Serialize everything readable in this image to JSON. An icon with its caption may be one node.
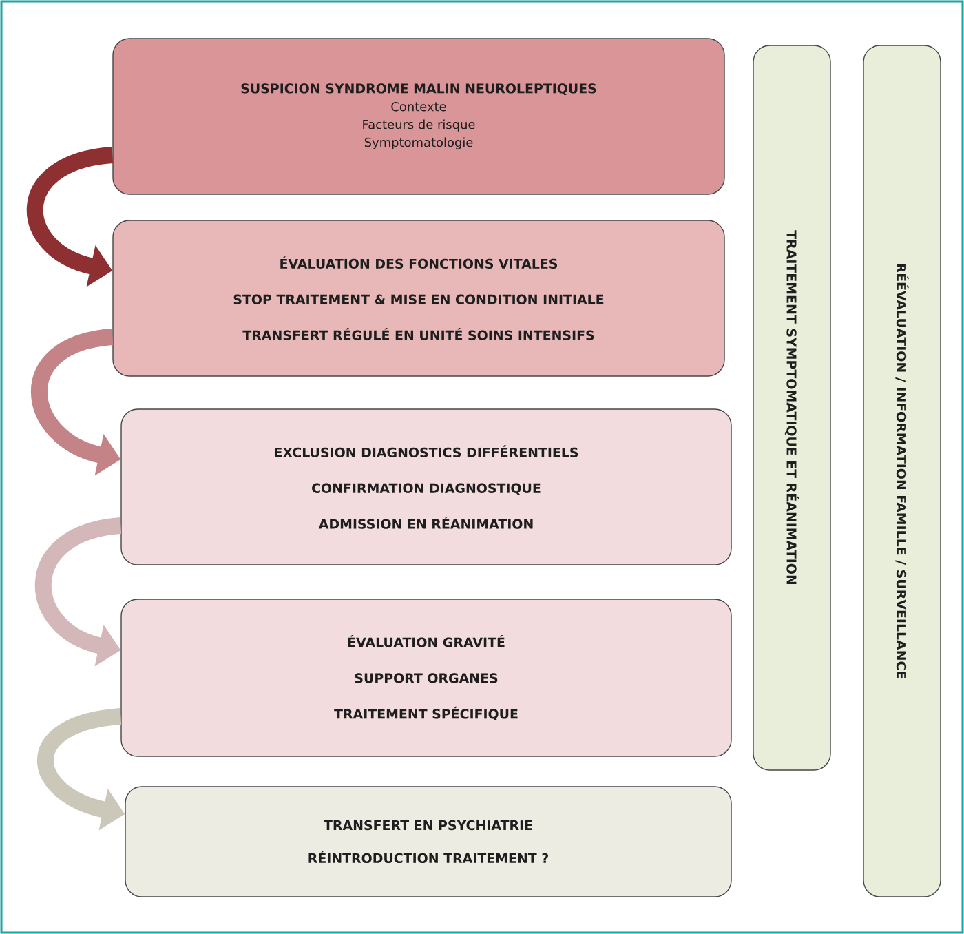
{
  "diagram": {
    "nodes": [
      {
        "text": [
          "SUSPICION SYNDROME MALIN NEUROLEPTIQUES",
          "Contexte",
          "Facteurs de risque",
          "Symptomatologie"
        ]
      },
      {
        "text": [
          "ÉVALUATION DES FONCTIONS VITALES",
          "STOP TRAITEMENT & MISE EN CONDITION INITIALE",
          "TRANSFERT RÉGULÉ EN UNITÉ SOINS INTENSIFS"
        ]
      },
      {
        "text": [
          "EXCLUSION DIAGNOSTICS DIFFÉRENTIELS",
          "CONFIRMATION DIAGNOSTIQUE",
          "ADMISSION EN RÉANIMATION"
        ]
      },
      {
        "text": [
          "ÉVALUATION GRAVITÉ",
          "SUPPORT ORGANES",
          "TRAITEMENT SPÉCIFIQUE"
        ]
      },
      {
        "text": [
          "TRANSFERT EN PSYCHIATRIE",
          "RÉINTRODUCTION TRAITEMENT ?"
        ]
      },
      {
        "text": [
          "TRAITEMENT SYMPTOMATIQUE ET RÉANIMATION"
        ]
      },
      {
        "text": [
          "RÉÉVALUATION / INFORMATION FAMILLE / SURVEILLANCE"
        ]
      }
    ],
    "edges": [
      {
        "from": 0,
        "to": 1,
        "arrow": "to",
        "color": "#8e2f31"
      },
      {
        "from": 1,
        "to": 2,
        "arrow": "to",
        "color": "#c48487"
      },
      {
        "from": 2,
        "to": 3,
        "arrow": "to",
        "color": "#d4b7b9"
      },
      {
        "from": 3,
        "to": 4,
        "arrow": "to",
        "color": "#cbc8ba"
      }
    ]
  }
}
